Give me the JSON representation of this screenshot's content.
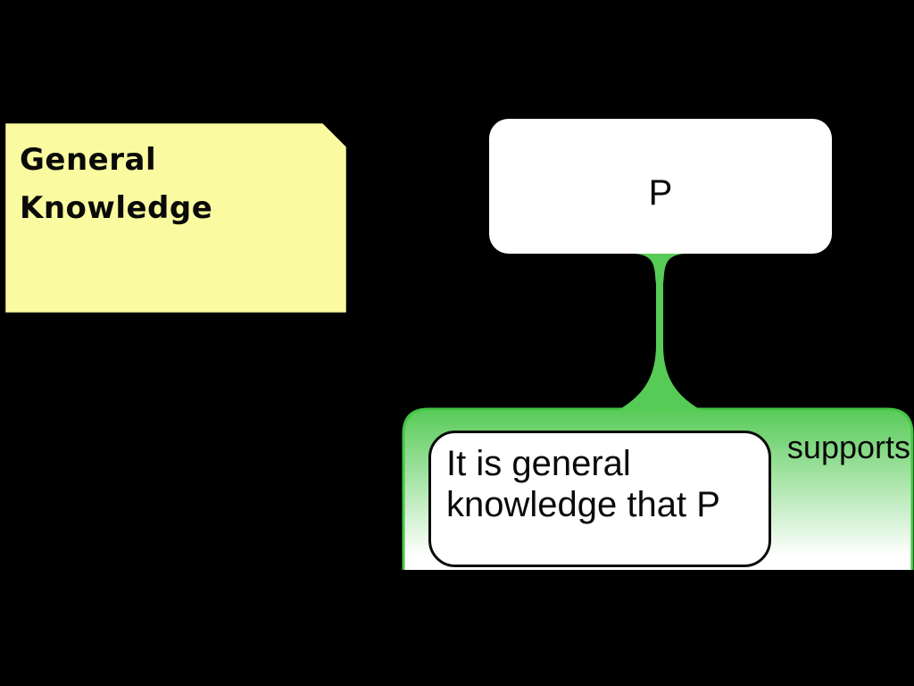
{
  "diagram": {
    "note": {
      "lines": [
        "General",
        "Knowledge"
      ]
    },
    "hypothesis_node": {
      "label": "P"
    },
    "support_group": {
      "label": "supports"
    },
    "claim_node": {
      "lines": [
        "It is general",
        "knowledge that P"
      ]
    }
  },
  "colors": {
    "background": "#000000",
    "note_fill": "#FAFAA0",
    "note_border": "#000000",
    "node_fill": "#FFFFFF",
    "node_border": "#0A0A0A",
    "connector_green": "#56CB56",
    "group_gradient_top": "#57CB57",
    "group_gradient_bottom": "#FFFFFF",
    "group_stroke": "#46C546",
    "text_color": "#0A0A0A"
  }
}
